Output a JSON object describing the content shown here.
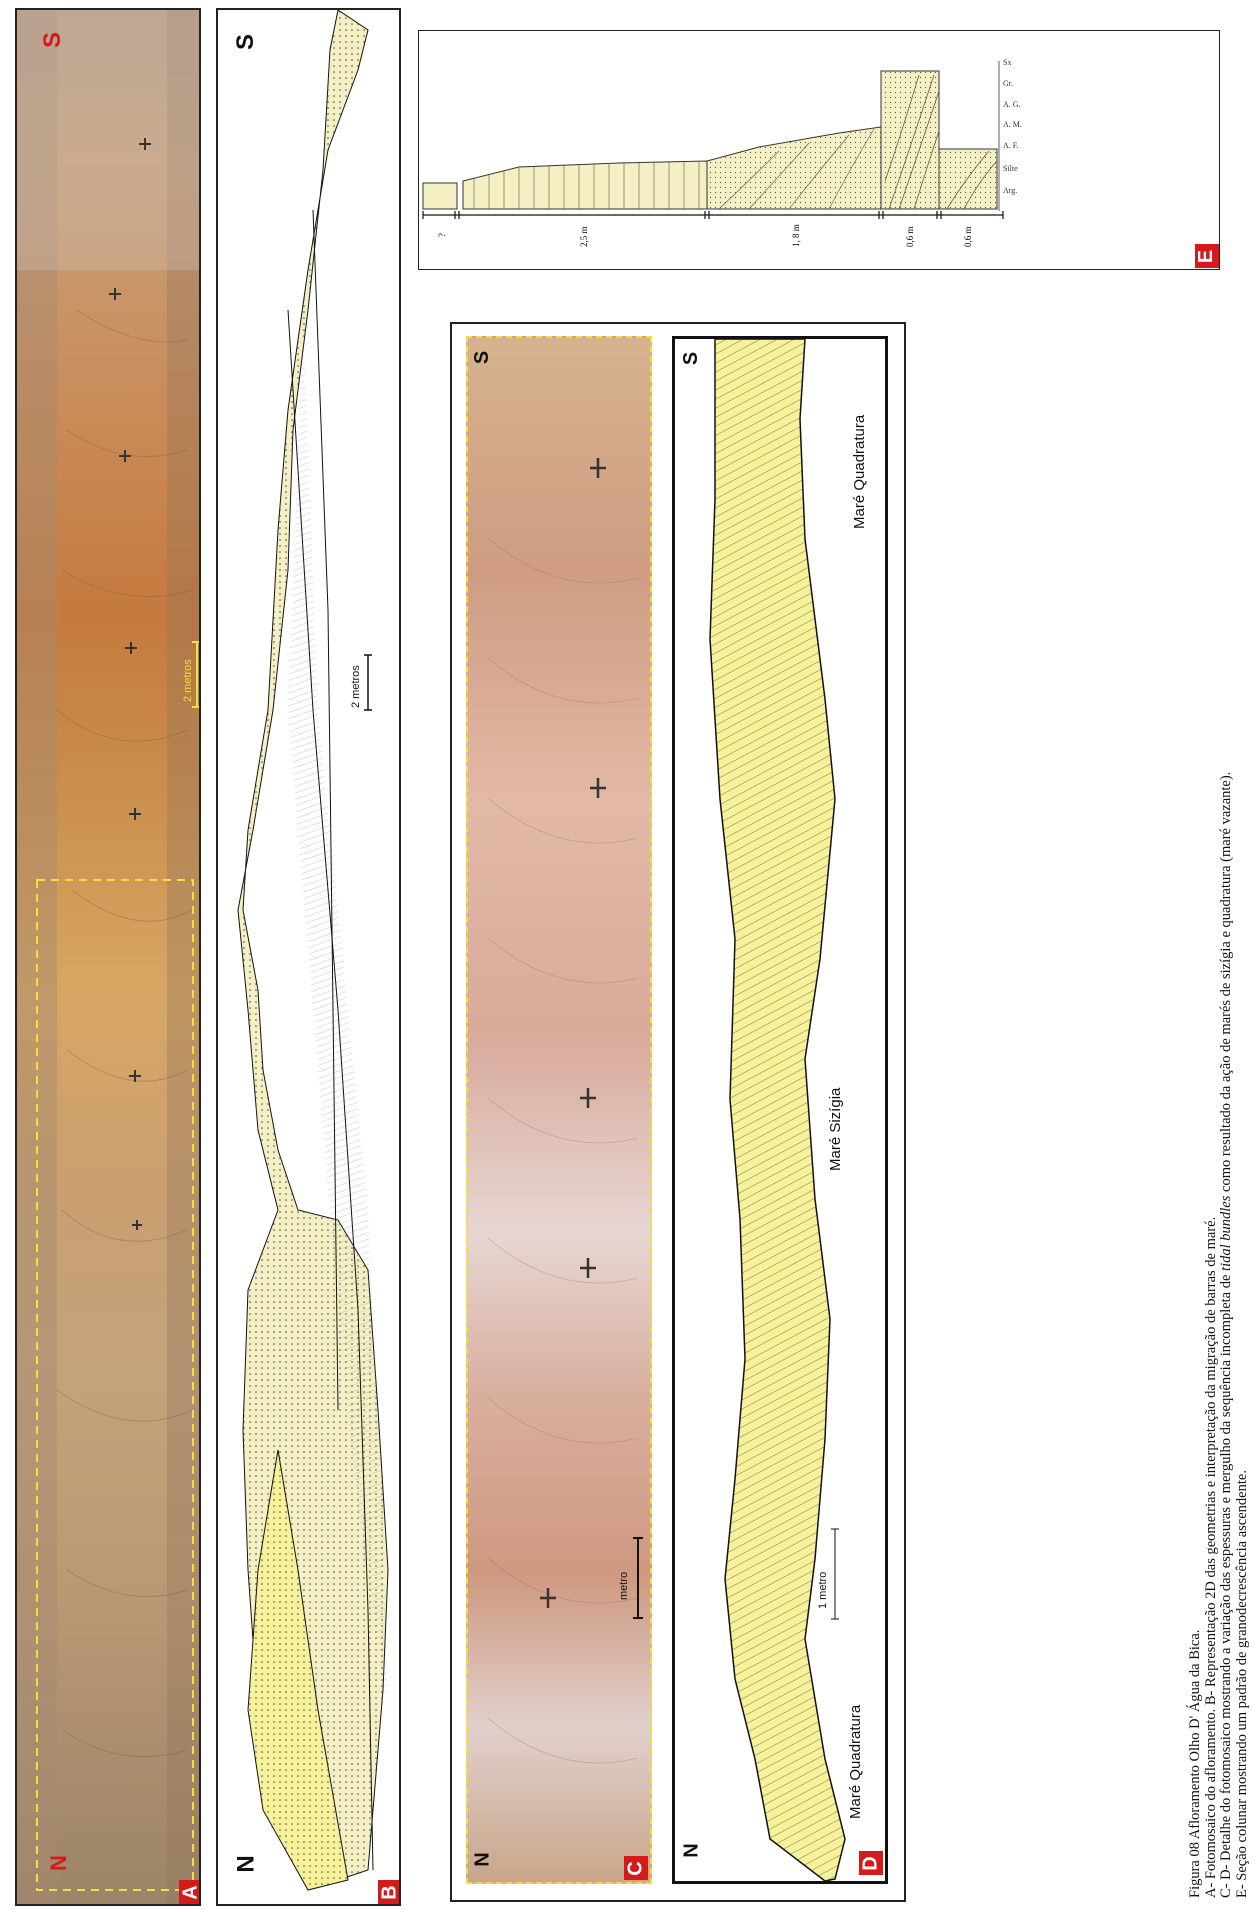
{
  "panels": {
    "A": {
      "letter": "A",
      "north": "N",
      "south": "S",
      "scale": "2 metros"
    },
    "B": {
      "letter": "B",
      "north": "N",
      "south": "S",
      "scale": "2 metros"
    },
    "C": {
      "letter": "C",
      "north": "N",
      "south": "S",
      "scale": "metro"
    },
    "D": {
      "letter": "D",
      "north": "N",
      "south": "S",
      "scale": "1 metro",
      "label_left": "Maré Quadratura",
      "label_mid": "Maré Sizígia",
      "label_right": "Maré Quadratura"
    },
    "E": {
      "letter": "E",
      "grain_labels": [
        "Sx",
        "Gr.",
        "A. G.",
        "A. M.",
        "A. F.",
        "Silte",
        "Arg."
      ],
      "thickness_labels": [
        "?",
        "2,5 m",
        "1, 8 m",
        "0,6 m",
        "0,6 m"
      ]
    }
  },
  "colors": {
    "panel_letter": "#d61a1a",
    "sand_yellow": "#f7f29a",
    "sand_pale": "#f4f0c4",
    "dashed_box": "#f2e03a"
  },
  "caption": {
    "line1": "Figura 08 Afloramento Olho D' Água da Bica.",
    "line2": "A- Fotomosaico do afloramento. B- Representação 2D das geometrias e interpretação da migração de  barras de maré.",
    "line3_pre": "C- D- Detalhe do fotomosaico mostrando a variação das espessuras e mergulho da sequência incompleta de ",
    "line3_italic": "tidal bundles",
    "line3_post": " como resultado da ação de marés de sizígia e quadratura (maré vazante).",
    "line4": "E- Seção colunar mostrando um padrão de granodecrescência ascendente."
  }
}
